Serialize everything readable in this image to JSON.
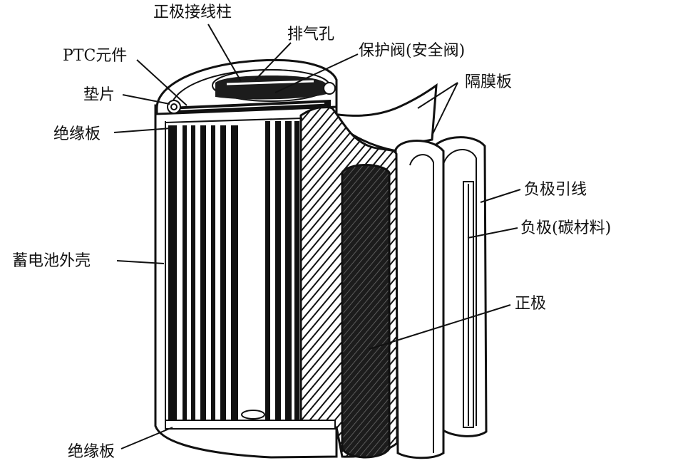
{
  "colors": {
    "ink": "#111111",
    "paper": "#ffffff",
    "dark_fill": "#1c1c1c"
  },
  "labels": {
    "positive_terminal": "正极接线柱",
    "vent_hole": "排气孔",
    "ptc_element": "PTC元件",
    "safety_valve": "保护阀(安全阀)",
    "separator": "隔膜板",
    "gasket": "垫片",
    "insulating_plate_top": "绝缘板",
    "negative_lead": "负极引线",
    "negative_electrode": "负极(碳材料)",
    "battery_case": "蓄电池外壳",
    "positive_electrode": "正极",
    "insulating_plate_bottom": "绝缘板"
  }
}
